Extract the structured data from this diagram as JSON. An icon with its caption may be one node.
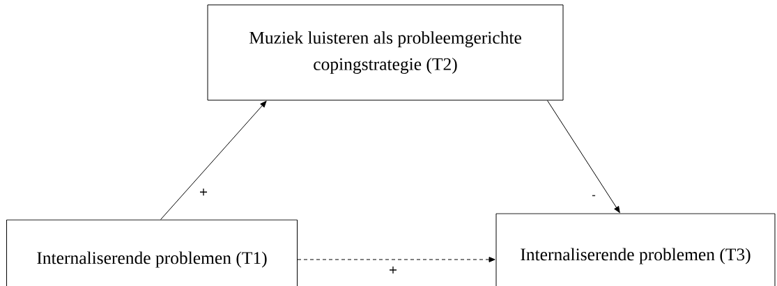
{
  "diagram": {
    "nodes": [
      {
        "text": [
          "Internaliserende problemen (T1)"
        ]
      },
      {
        "text": [
          "Muziek luisteren als probleemgerichte copingstrategie (T2)"
        ]
      },
      {
        "text": [
          "Internaliserende problemen (T3)"
        ]
      }
    ],
    "edges": [
      {
        "from": 0,
        "to": 1,
        "arrow": "to",
        "label": "+"
      },
      {
        "from": 1,
        "to": 2,
        "arrow": "to",
        "label": "-"
      },
      {
        "from": 0,
        "to": 2,
        "arrow": "to",
        "label": "+",
        "style": "dashed"
      }
    ]
  }
}
